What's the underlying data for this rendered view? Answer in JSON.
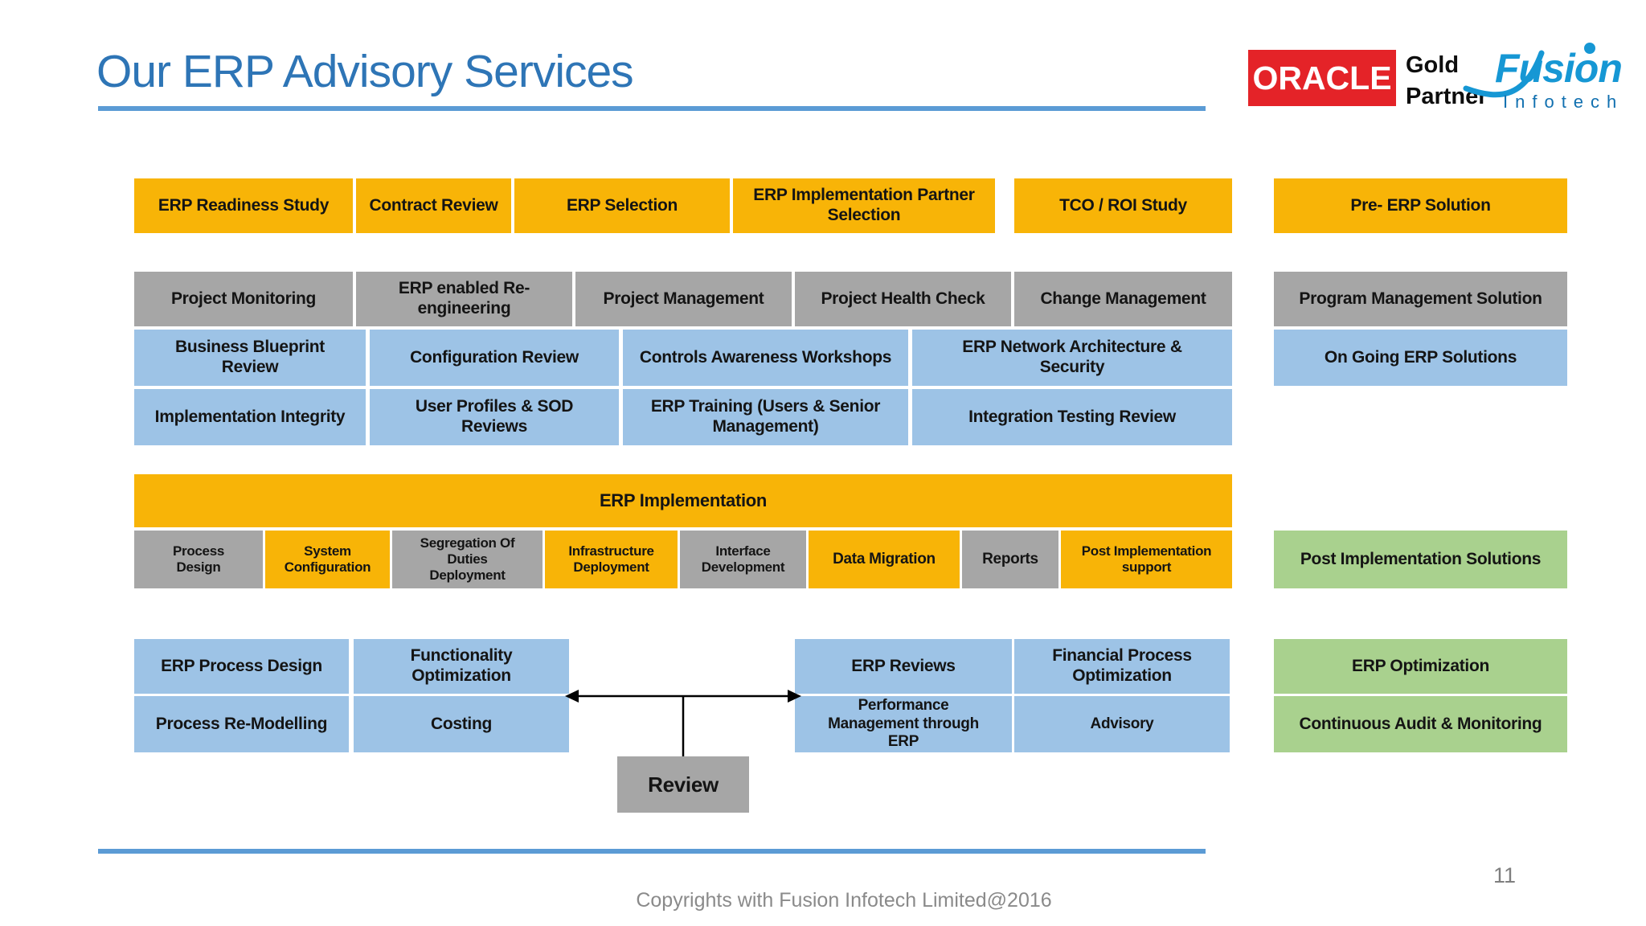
{
  "slide": {
    "title": "Our ERP Advisory Services",
    "copyright": "Copyrights with Fusion Infotech Limited@2016",
    "page_number": "11"
  },
  "logos": {
    "oracle": {
      "brand": "ORACLE",
      "tier_line1": "Gold",
      "tier_line2": "Partner"
    },
    "fusion": {
      "brand": "Fusion",
      "sub": "Infotech"
    }
  },
  "colors": {
    "orange": "#F8B407",
    "gray": "#A6A6A6",
    "blue": "#9DC3E6",
    "green": "#A9D18E",
    "title_blue": "#2E75B6",
    "rule_blue": "#5B9BD5",
    "oracle_red": "#E42328",
    "fusion_blue": "#1697D4"
  },
  "diagram": {
    "pre_erp_row": [
      "ERP Readiness Study",
      "Contract Review",
      "ERP Selection",
      "ERP Implementation Partner Selection",
      "TCO / ROI Study"
    ],
    "program_row": [
      "Project Monitoring",
      "ERP enabled Re-engineering",
      "Project Management",
      "Project Health Check",
      "Change Management"
    ],
    "ongoing_row1": [
      "Business Blueprint Review",
      "Configuration Review",
      "Controls Awareness Workshops",
      "ERP Network Architecture & Security"
    ],
    "ongoing_row2": [
      "Implementation Integrity",
      "User Profiles & SOD Reviews",
      "ERP Training (Users & Senior Management)",
      "Integration Testing Review"
    ],
    "banner": "ERP Implementation",
    "implementation_steps": [
      "Process Design",
      "System Configuration",
      "Segregation Of Duties Deployment",
      "Infrastructure Deployment",
      "Interface Development",
      "Data Migration",
      "Reports",
      "Post Implementation support"
    ],
    "optimization_left": [
      [
        "ERP Process Design",
        "Functionality Optimization"
      ],
      [
        "Process Re-Modelling",
        "Costing"
      ]
    ],
    "optimization_right": [
      [
        "ERP Reviews",
        "Financial Process Optimization"
      ],
      [
        "Performance Management through ERP",
        "Advisory"
      ]
    ],
    "review": "Review"
  },
  "sidebar": {
    "pre_erp": "Pre- ERP Solution",
    "program_management": "Program Management Solution",
    "ongoing": "On Going ERP Solutions",
    "post_implementation": "Post Implementation Solutions",
    "erp_optimization": "ERP Optimization",
    "continuous_audit": "Continuous Audit & Monitoring"
  }
}
